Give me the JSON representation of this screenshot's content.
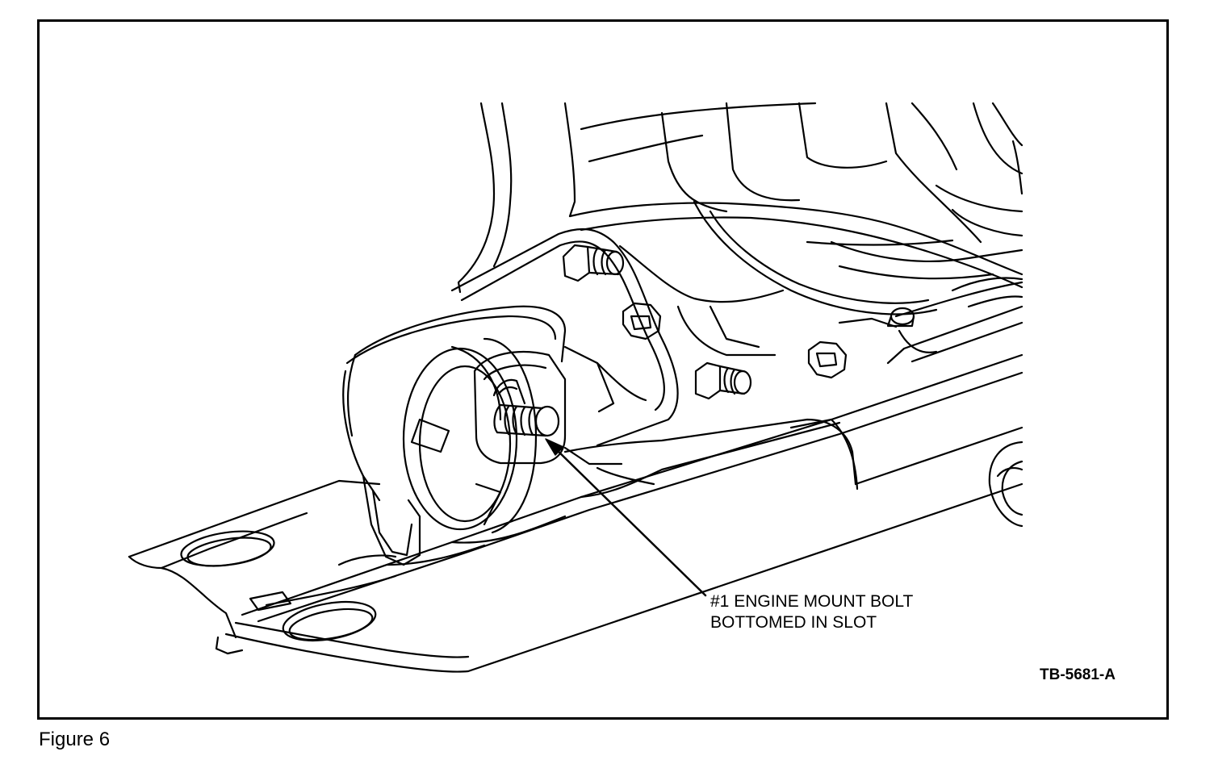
{
  "callout": {
    "line1": "#1 ENGINE MOUNT BOLT",
    "line2": "BOTTOMED IN SLOT"
  },
  "figure_code": "TB-5681-A",
  "caption": "Figure 6"
}
